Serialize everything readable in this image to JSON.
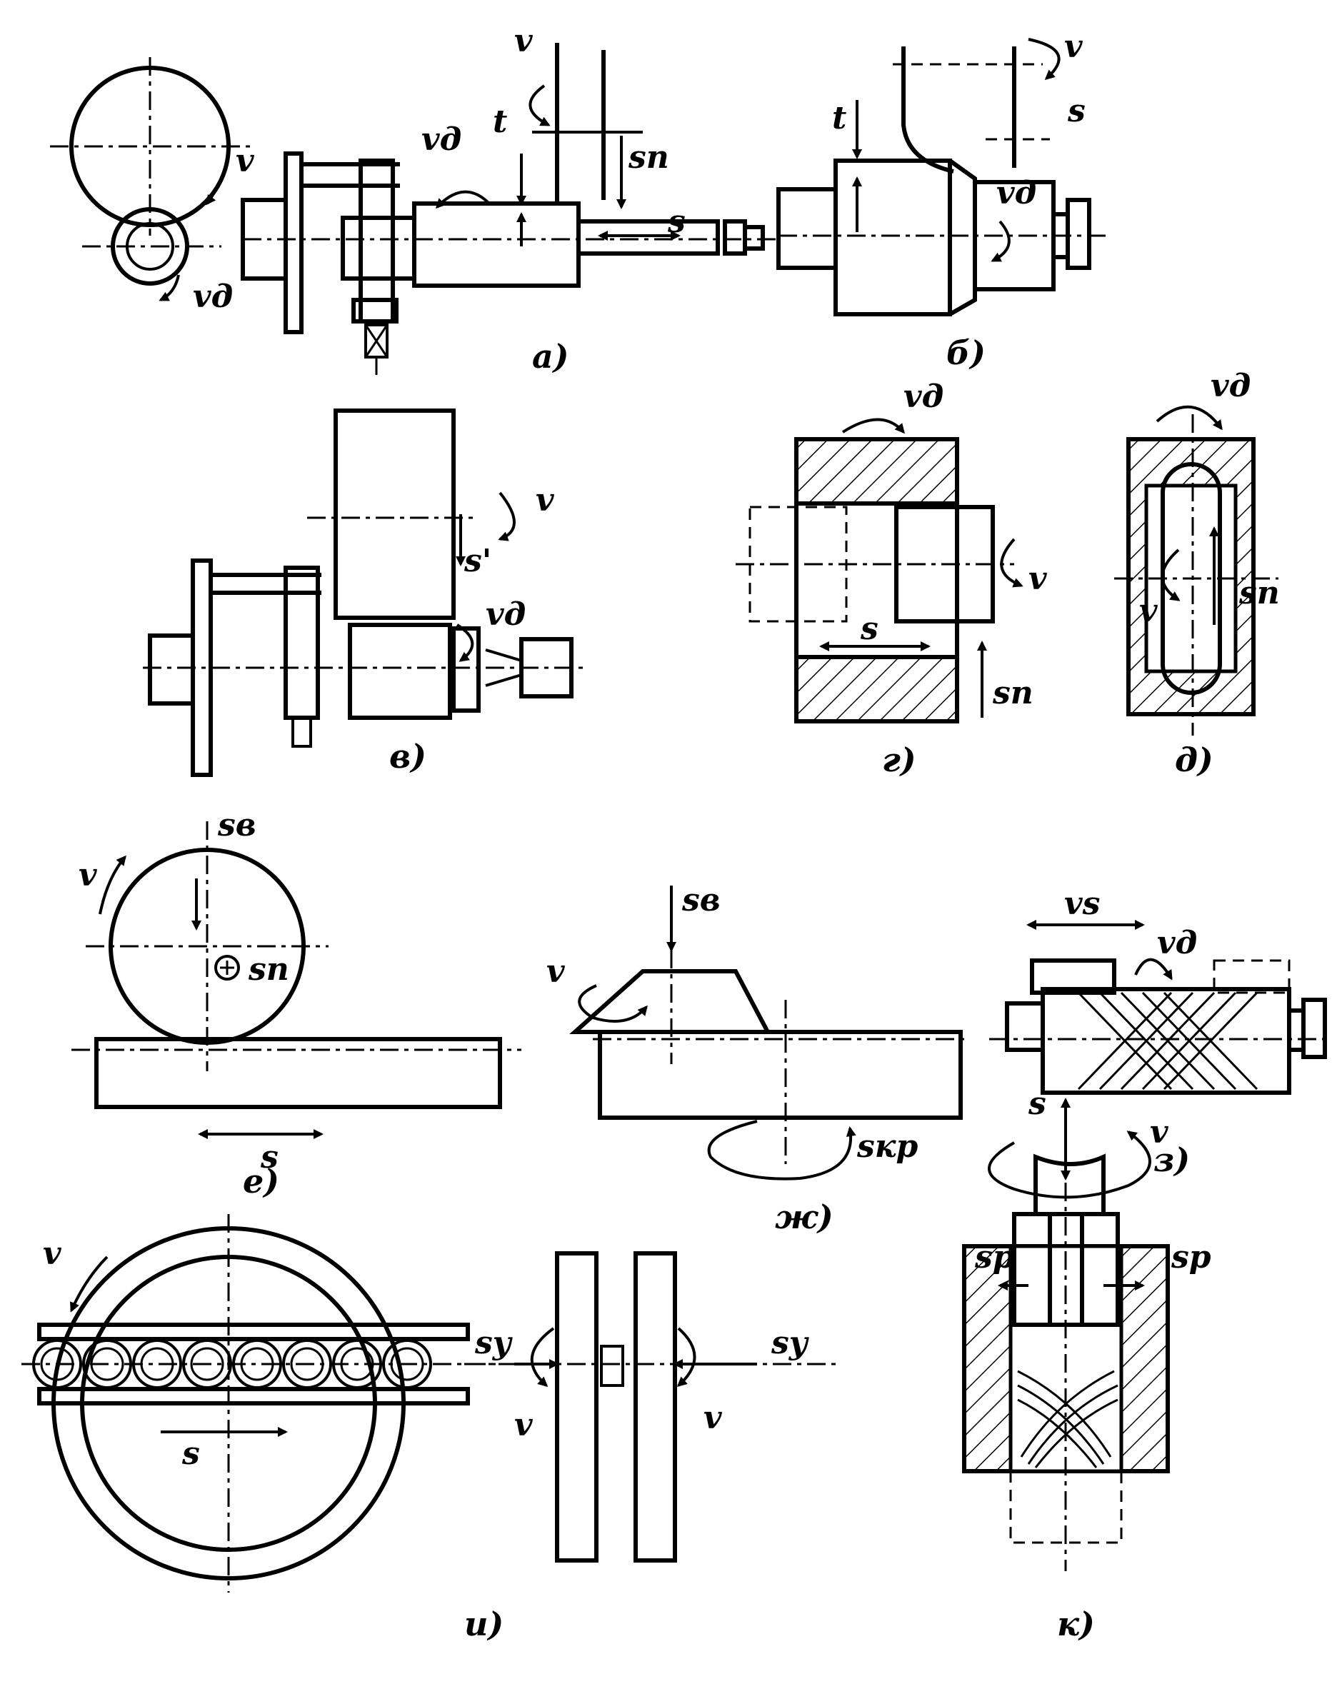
{
  "figure": {
    "captions": {
      "a": "а)",
      "b": "б)",
      "v": "в)",
      "g": "г)",
      "d": "д)",
      "e": "е)",
      "zh": "ж)",
      "z": "з)",
      "i": "и)",
      "k": "к)"
    },
    "labels": {
      "v": "v",
      "vd": "vд",
      "s": "s",
      "sn": "sп",
      "t": "t",
      "sv": "sв",
      "skr": "sкр",
      "vs": "vs",
      "sy": "sу",
      "sp": "sр",
      "s_prime": "s'"
    }
  }
}
